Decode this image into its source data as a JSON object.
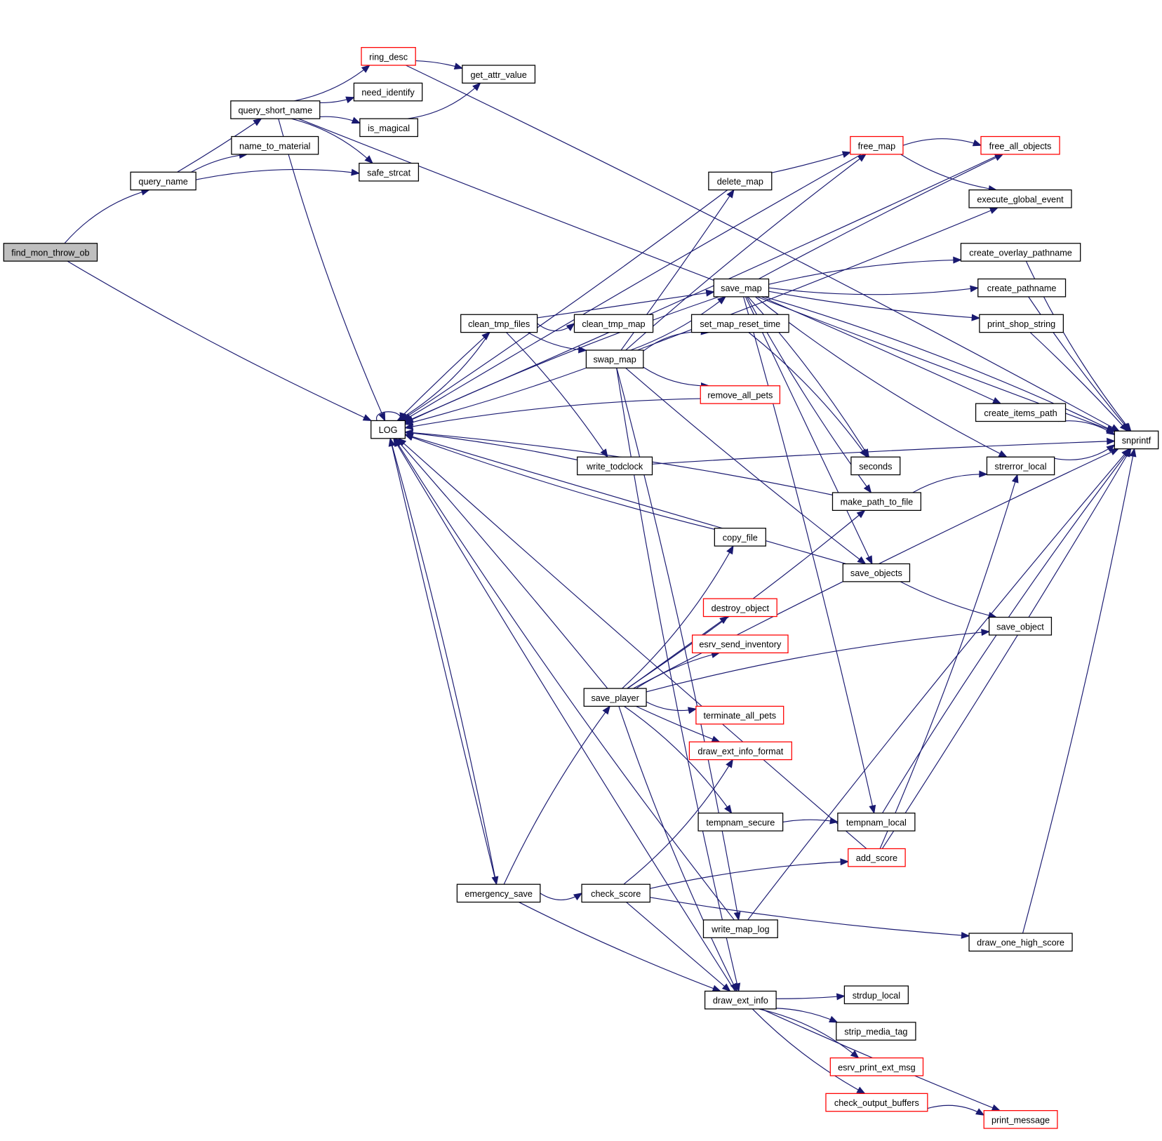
{
  "title": "find_mon_throw_ob call graph",
  "colors": {
    "edge": "#191970",
    "node_border": "#000000",
    "external_border": "#ff0000",
    "root_fill": "#bfbfbf"
  },
  "nodes": [
    {
      "id": "find_mon_throw_ob",
      "label": "find_mon_throw_ob",
      "root": true,
      "ext": false
    },
    {
      "id": "query_name",
      "label": "query_name",
      "ext": false
    },
    {
      "id": "query_short_name",
      "label": "query_short_name",
      "ext": false
    },
    {
      "id": "name_to_material",
      "label": "name_to_material",
      "ext": false
    },
    {
      "id": "ring_desc",
      "label": "ring_desc",
      "ext": true
    },
    {
      "id": "need_identify",
      "label": "need_identify",
      "ext": false
    },
    {
      "id": "is_magical",
      "label": "is_magical",
      "ext": false
    },
    {
      "id": "safe_strcat",
      "label": "safe_strcat",
      "ext": false
    },
    {
      "id": "get_attr_value",
      "label": "get_attr_value",
      "ext": false
    },
    {
      "id": "LOG",
      "label": "LOG",
      "ext": false
    },
    {
      "id": "clean_tmp_files",
      "label": "clean_tmp_files",
      "ext": false
    },
    {
      "id": "clean_tmp_map",
      "label": "clean_tmp_map",
      "ext": false
    },
    {
      "id": "swap_map",
      "label": "swap_map",
      "ext": false
    },
    {
      "id": "write_todclock",
      "label": "write_todclock",
      "ext": false
    },
    {
      "id": "save_map",
      "label": "save_map",
      "ext": false
    },
    {
      "id": "delete_map",
      "label": "delete_map",
      "ext": false
    },
    {
      "id": "set_map_reset_time",
      "label": "set_map_reset_time",
      "ext": false
    },
    {
      "id": "remove_all_pets",
      "label": "remove_all_pets",
      "ext": true
    },
    {
      "id": "copy_file",
      "label": "copy_file",
      "ext": false
    },
    {
      "id": "destroy_object",
      "label": "destroy_object",
      "ext": true
    },
    {
      "id": "esrv_send_inventory",
      "label": "esrv_send_inventory",
      "ext": true
    },
    {
      "id": "terminate_all_pets",
      "label": "terminate_all_pets",
      "ext": true
    },
    {
      "id": "draw_ext_info_format",
      "label": "draw_ext_info_format",
      "ext": true
    },
    {
      "id": "save_player",
      "label": "save_player",
      "ext": false
    },
    {
      "id": "tempnam_secure",
      "label": "tempnam_secure",
      "ext": false
    },
    {
      "id": "tempnam_local",
      "label": "tempnam_local",
      "ext": false
    },
    {
      "id": "add_score",
      "label": "add_score",
      "ext": true
    },
    {
      "id": "emergency_save",
      "label": "emergency_save",
      "ext": false
    },
    {
      "id": "check_score",
      "label": "check_score",
      "ext": false
    },
    {
      "id": "write_map_log",
      "label": "write_map_log",
      "ext": false
    },
    {
      "id": "draw_ext_info",
      "label": "draw_ext_info",
      "ext": false
    },
    {
      "id": "draw_one_high_score",
      "label": "draw_one_high_score",
      "ext": false
    },
    {
      "id": "strdup_local",
      "label": "strdup_local",
      "ext": false
    },
    {
      "id": "strip_media_tag",
      "label": "strip_media_tag",
      "ext": false
    },
    {
      "id": "esrv_print_ext_msg",
      "label": "esrv_print_ext_msg",
      "ext": true
    },
    {
      "id": "check_output_buffers",
      "label": "check_output_buffers",
      "ext": true
    },
    {
      "id": "print_message",
      "label": "print_message",
      "ext": true
    },
    {
      "id": "free_map",
      "label": "free_map",
      "ext": true
    },
    {
      "id": "free_all_objects",
      "label": "free_all_objects",
      "ext": true
    },
    {
      "id": "execute_global_event",
      "label": "execute_global_event",
      "ext": false
    },
    {
      "id": "create_overlay_pathname",
      "label": "create_overlay_pathname",
      "ext": false
    },
    {
      "id": "create_pathname",
      "label": "create_pathname",
      "ext": false
    },
    {
      "id": "print_shop_string",
      "label": "print_shop_string",
      "ext": false
    },
    {
      "id": "create_items_path",
      "label": "create_items_path",
      "ext": false
    },
    {
      "id": "seconds",
      "label": "seconds",
      "ext": false
    },
    {
      "id": "strerror_local",
      "label": "strerror_local",
      "ext": false
    },
    {
      "id": "make_path_to_file",
      "label": "make_path_to_file",
      "ext": false
    },
    {
      "id": "save_objects",
      "label": "save_objects",
      "ext": false
    },
    {
      "id": "save_object",
      "label": "save_object",
      "ext": false
    },
    {
      "id": "snprintf",
      "label": "snprintf",
      "ext": false
    }
  ],
  "edges": [
    [
      "find_mon_throw_ob",
      "query_name"
    ],
    [
      "find_mon_throw_ob",
      "LOG"
    ],
    [
      "query_name",
      "query_short_name"
    ],
    [
      "query_name",
      "name_to_material"
    ],
    [
      "query_name",
      "safe_strcat"
    ],
    [
      "query_short_name",
      "ring_desc"
    ],
    [
      "query_short_name",
      "need_identify"
    ],
    [
      "query_short_name",
      "is_magical"
    ],
    [
      "query_short_name",
      "safe_strcat"
    ],
    [
      "query_short_name",
      "LOG"
    ],
    [
      "query_short_name",
      "snprintf"
    ],
    [
      "ring_desc",
      "get_attr_value"
    ],
    [
      "ring_desc",
      "snprintf"
    ],
    [
      "is_magical",
      "get_attr_value"
    ],
    [
      "LOG",
      "LOG"
    ],
    [
      "LOG",
      "clean_tmp_files"
    ],
    [
      "LOG",
      "emergency_save"
    ],
    [
      "clean_tmp_files",
      "clean_tmp_map"
    ],
    [
      "clean_tmp_files",
      "swap_map"
    ],
    [
      "clean_tmp_files",
      "save_map"
    ],
    [
      "clean_tmp_files",
      "write_todclock"
    ],
    [
      "clean_tmp_files",
      "LOG"
    ],
    [
      "swap_map",
      "save_map"
    ],
    [
      "swap_map",
      "delete_map"
    ],
    [
      "swap_map",
      "free_map"
    ],
    [
      "swap_map",
      "set_map_reset_time"
    ],
    [
      "swap_map",
      "remove_all_pets"
    ],
    [
      "swap_map",
      "execute_global_event"
    ],
    [
      "swap_map",
      "LOG"
    ],
    [
      "swap_map",
      "write_map_log"
    ],
    [
      "swap_map",
      "draw_ext_info"
    ],
    [
      "swap_map",
      "save_objects"
    ],
    [
      "save_map",
      "free_all_objects"
    ],
    [
      "save_map",
      "create_overlay_pathname"
    ],
    [
      "save_map",
      "create_pathname"
    ],
    [
      "save_map",
      "print_shop_string"
    ],
    [
      "save_map",
      "create_items_path"
    ],
    [
      "save_map",
      "seconds"
    ],
    [
      "save_map",
      "strerror_local"
    ],
    [
      "save_map",
      "make_path_to_file"
    ],
    [
      "save_map",
      "save_objects"
    ],
    [
      "save_map",
      "tempnam_local"
    ],
    [
      "save_map",
      "snprintf"
    ],
    [
      "save_map",
      "LOG"
    ],
    [
      "delete_map",
      "free_map"
    ],
    [
      "delete_map",
      "LOG"
    ],
    [
      "free_map",
      "free_all_objects"
    ],
    [
      "free_map",
      "execute_global_event"
    ],
    [
      "free_map",
      "LOG"
    ],
    [
      "free_all_objects",
      "LOG"
    ],
    [
      "set_map_reset_time",
      "seconds"
    ],
    [
      "remove_all_pets",
      "LOG"
    ],
    [
      "write_todclock",
      "LOG"
    ],
    [
      "write_todclock",
      "snprintf"
    ],
    [
      "make_path_to_file",
      "strerror_local"
    ],
    [
      "make_path_to_file",
      "LOG"
    ],
    [
      "save_objects",
      "save_object"
    ],
    [
      "save_objects",
      "LOG"
    ],
    [
      "copy_file",
      "LOG"
    ],
    [
      "save_player",
      "copy_file"
    ],
    [
      "save_player",
      "make_path_to_file"
    ],
    [
      "save_player",
      "destroy_object"
    ],
    [
      "save_player",
      "esrv_send_inventory"
    ],
    [
      "save_player",
      "save_object"
    ],
    [
      "save_player",
      "terminate_all_pets"
    ],
    [
      "save_player",
      "draw_ext_info_format"
    ],
    [
      "save_player",
      "snprintf"
    ],
    [
      "save_player",
      "tempnam_secure"
    ],
    [
      "save_player",
      "draw_ext_info"
    ],
    [
      "save_player",
      "LOG"
    ],
    [
      "tempnam_secure",
      "tempnam_local"
    ],
    [
      "tempnam_local",
      "snprintf"
    ],
    [
      "add_score",
      "strerror_local"
    ],
    [
      "add_score",
      "snprintf"
    ],
    [
      "add_score",
      "LOG"
    ],
    [
      "emergency_save",
      "save_player"
    ],
    [
      "emergency_save",
      "check_score"
    ],
    [
      "emergency_save",
      "draw_ext_info"
    ],
    [
      "emergency_save",
      "LOG"
    ],
    [
      "check_score",
      "add_score"
    ],
    [
      "check_score",
      "draw_ext_info_format"
    ],
    [
      "check_score",
      "draw_one_high_score"
    ],
    [
      "check_score",
      "draw_ext_info"
    ],
    [
      "write_map_log",
      "snprintf"
    ],
    [
      "write_map_log",
      "LOG"
    ],
    [
      "draw_one_high_score",
      "snprintf"
    ],
    [
      "draw_ext_info",
      "strdup_local"
    ],
    [
      "draw_ext_info",
      "strip_media_tag"
    ],
    [
      "draw_ext_info",
      "esrv_print_ext_msg"
    ],
    [
      "draw_ext_info",
      "check_output_buffers"
    ],
    [
      "draw_ext_info",
      "print_message"
    ],
    [
      "draw_ext_info",
      "LOG"
    ],
    [
      "check_output_buffers",
      "print_message"
    ],
    [
      "create_overlay_pathname",
      "snprintf"
    ],
    [
      "create_pathname",
      "snprintf"
    ],
    [
      "print_shop_string",
      "snprintf"
    ],
    [
      "create_items_path",
      "snprintf"
    ],
    [
      "strerror_local",
      "snprintf"
    ]
  ]
}
